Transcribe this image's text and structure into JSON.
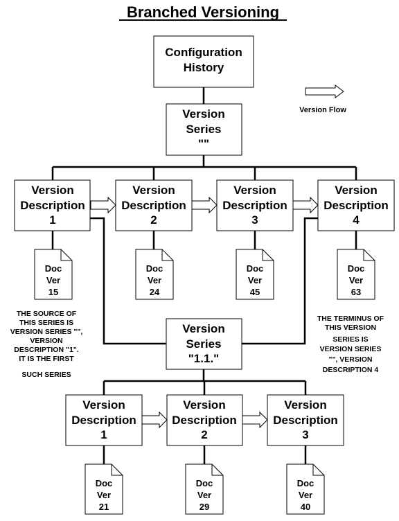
{
  "title": "Branched Versioning",
  "legend": {
    "label": "Version Flow"
  },
  "config": {
    "line1": "Configuration",
    "line2": "History"
  },
  "series_top": {
    "line1": "Version",
    "line2": "Series",
    "line3": "\"\""
  },
  "series_branch": {
    "line1": "Version",
    "line2": "Series",
    "line3": "\"1.1.\""
  },
  "row1": [
    {
      "l1": "Version",
      "l2": "Description",
      "num": "1",
      "doc": "Doc",
      "ver": "Ver",
      "n": "15"
    },
    {
      "l1": "Version",
      "l2": "Description",
      "num": "2",
      "doc": "Doc",
      "ver": "Ver",
      "n": "24"
    },
    {
      "l1": "Version",
      "l2": "Description",
      "num": "3",
      "doc": "Doc",
      "ver": "Ver",
      "n": "45"
    },
    {
      "l1": "Version",
      "l2": "Description",
      "num": "4",
      "doc": "Doc",
      "ver": "Ver",
      "n": "63"
    }
  ],
  "row2": [
    {
      "l1": "Version",
      "l2": "Description",
      "num": "1",
      "doc": "Doc",
      "ver": "Ver",
      "n": "21"
    },
    {
      "l1": "Version",
      "l2": "Description",
      "num": "2",
      "doc": "Doc",
      "ver": "Ver",
      "n": "29"
    },
    {
      "l1": "Version",
      "l2": "Description",
      "num": "3",
      "doc": "Doc",
      "ver": "Ver",
      "n": "40"
    }
  ],
  "note_source": [
    "THE SOURCE OF",
    "THIS SERIES IS",
    "VERSION SERIES \"\",",
    "VERSION",
    "DESCRIPTION \"1\".",
    "IT IS THE FIRST",
    "SUCH SERIES"
  ],
  "note_terminus": [
    "THE TERMINUS OF",
    "THIS VERSION",
    "SERIES IS",
    "VERSION SERIES",
    "\"\", VERSION",
    "DESCRIPTION  4"
  ]
}
